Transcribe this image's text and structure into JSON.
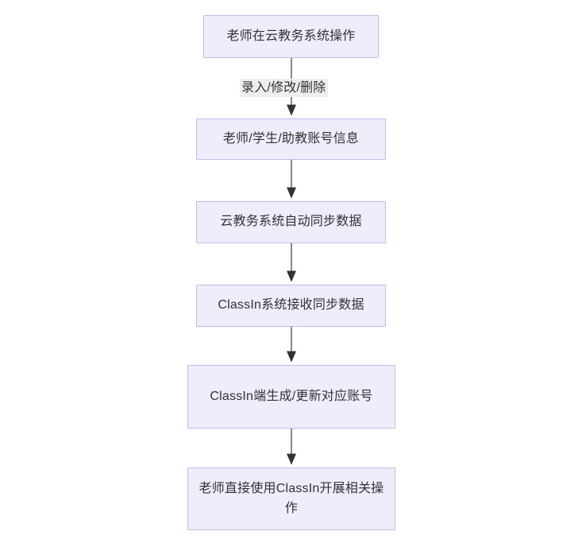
{
  "diagram": {
    "type": "flowchart",
    "direction": "top-to-bottom",
    "background_color": "#ffffff",
    "node_fill_color": "#ededfc",
    "node_border_color": "#cbb8e8",
    "node_text_color": "#333333",
    "edge_line_color": "#888888",
    "edge_arrow_color": "#333333",
    "edge_label_background_color": "#eeeeee",
    "nodes": [
      {
        "id": "n1",
        "label": "老师在云教务系统操作"
      },
      {
        "id": "n2",
        "label": "老师/学生/助教账号信息"
      },
      {
        "id": "n3",
        "label": "云教务系统自动同步数据"
      },
      {
        "id": "n4",
        "label": "ClassIn系统接收同步数据"
      },
      {
        "id": "n5",
        "label": "ClassIn端生成/更新对应账号"
      },
      {
        "id": "n6",
        "label": "老师直接使用ClassIn开展相关操作"
      }
    ],
    "edges": [
      {
        "from": "n1",
        "to": "n2",
        "label": "录入/修改/删除"
      },
      {
        "from": "n2",
        "to": "n3",
        "label": ""
      },
      {
        "from": "n3",
        "to": "n4",
        "label": ""
      },
      {
        "from": "n4",
        "to": "n5",
        "label": ""
      },
      {
        "from": "n5",
        "to": "n6",
        "label": ""
      }
    ]
  }
}
